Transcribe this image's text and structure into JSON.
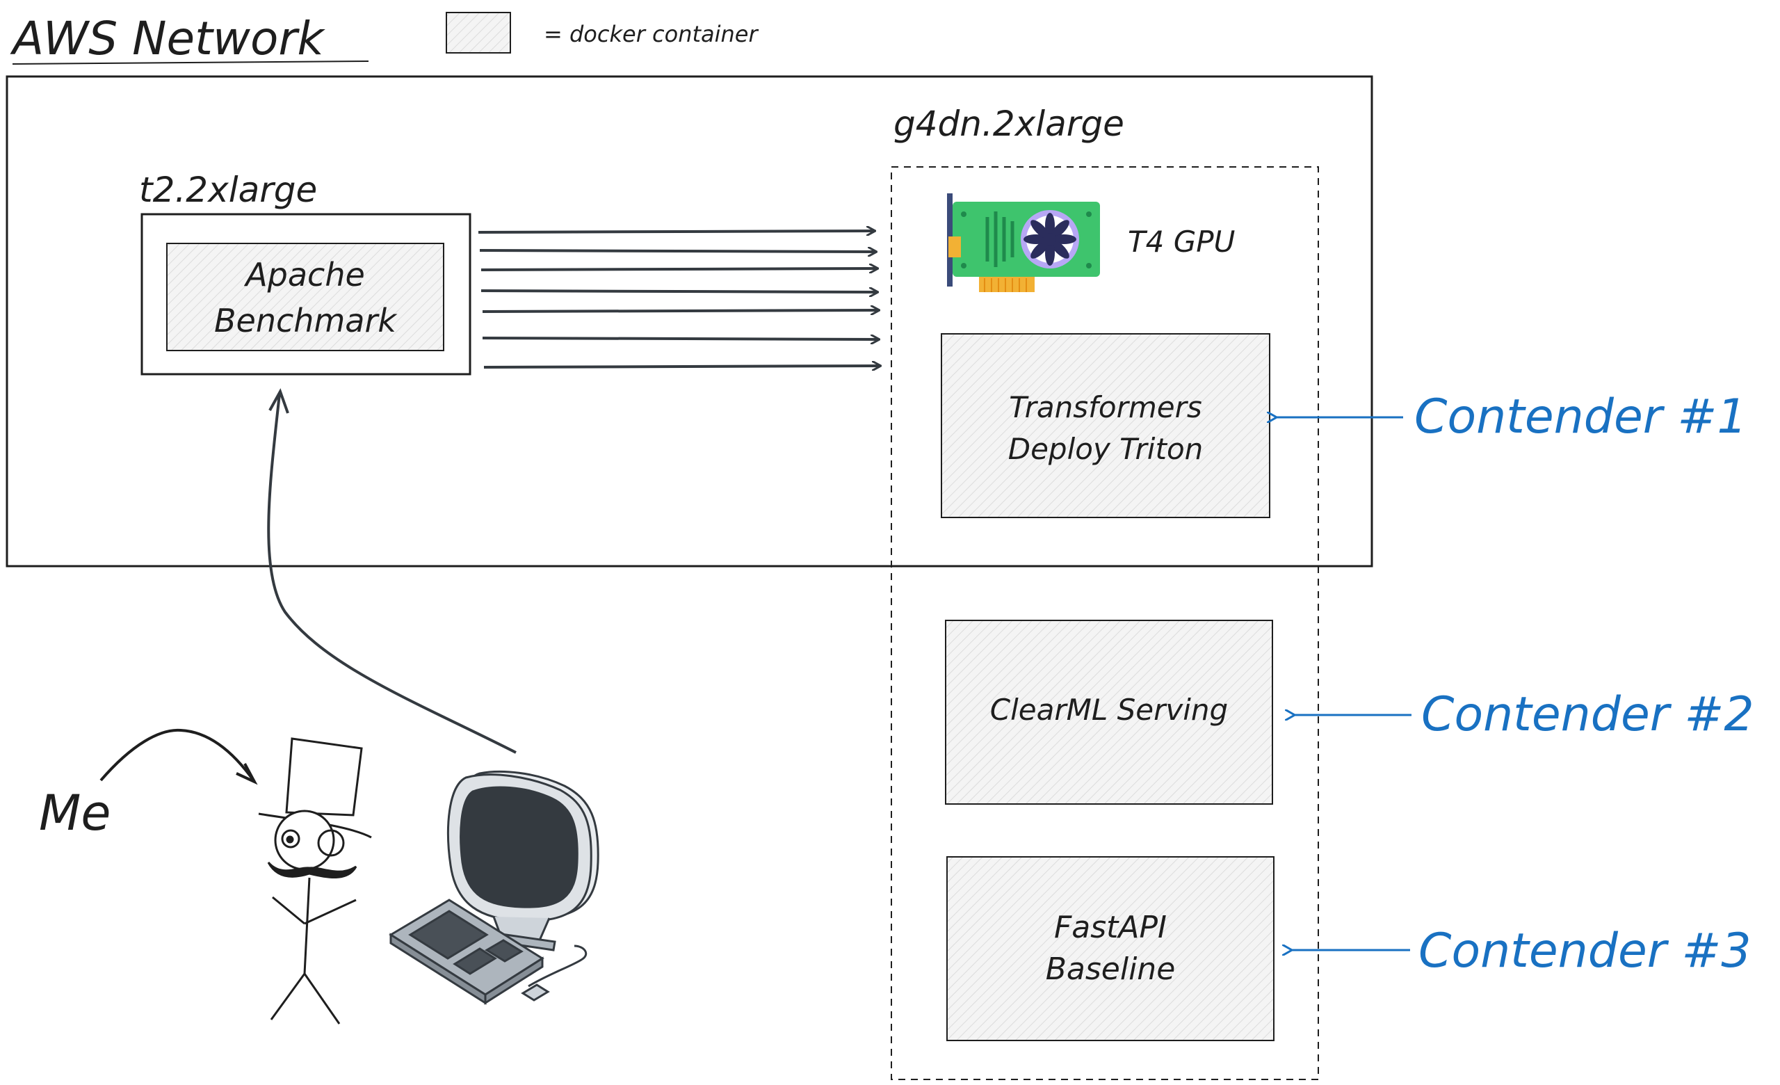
{
  "title": "AWS Network",
  "legend": {
    "label": "= docker container"
  },
  "client_instance": {
    "label": "t2.2xlarge",
    "container": "Apache\nBenchmark"
  },
  "server_instance": {
    "label": "g4dn.2xlarge",
    "gpu_label": "T4 GPU"
  },
  "containers": [
    {
      "label": "Transformers\nDeploy Triton",
      "contender": "Contender #1"
    },
    {
      "label": "ClearML Serving",
      "contender": "Contender #2"
    },
    {
      "label": "FastAPI\nBaseline",
      "contender": "Contender #3"
    }
  ],
  "me_label": "Me",
  "colors": {
    "ink": "#1e1e1e",
    "contender": "#1971c2",
    "gpu_board": "#3ec46d",
    "gpu_fan": "#b7a7f5",
    "gpu_pins": "#f2b134"
  },
  "icons": [
    "gpu-icon",
    "person-top-hat-icon",
    "computer-icon"
  ]
}
